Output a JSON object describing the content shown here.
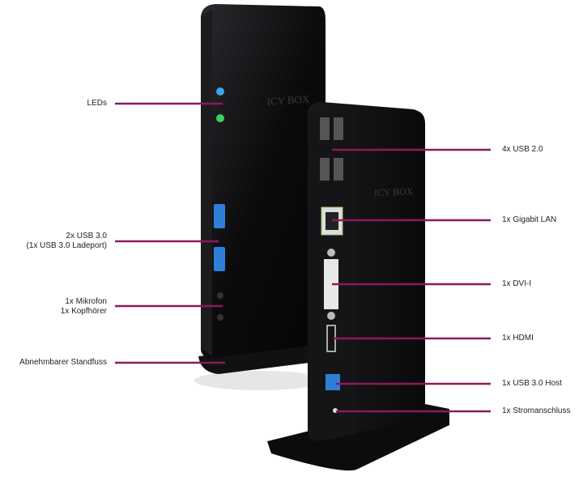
{
  "brand": "ICY BOX",
  "colors": {
    "callout_line": "#8b1a5a",
    "device": "#0c0c0e",
    "led_blue": "#3aa8e8",
    "led_green": "#3cd060",
    "usb3_blue": "#2f7fd8"
  },
  "left_labels": [
    {
      "line1": "LEDs",
      "line2": ""
    },
    {
      "line1": "2x USB 3.0",
      "line2": "(1x USB 3.0 Ladeport)"
    },
    {
      "line1": "1x Mikrofon",
      "line2": "1x Kopfhörer"
    },
    {
      "line1": "Abnehmbarer Standfuss",
      "line2": ""
    }
  ],
  "right_labels": [
    "4x USB 2.0",
    "1x Gigabit LAN",
    "1x DVI-I",
    "1x HDMI",
    "1x USB 3.0 Host",
    "1x Stromanschluss"
  ]
}
